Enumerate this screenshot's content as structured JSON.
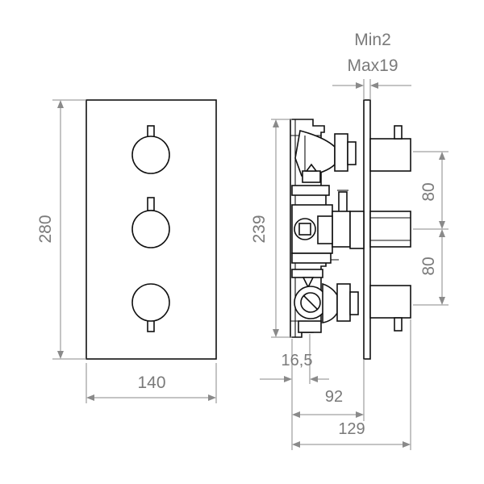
{
  "dimensions": {
    "front_height": "280",
    "front_width": "140",
    "side_height": "239",
    "spacing_upper": "80",
    "spacing_lower": "80",
    "wall_min": "Min2",
    "wall_max": "Max19",
    "depth_a": "16,5",
    "depth_b": "92",
    "depth_c": "129"
  },
  "colors": {
    "outline": "#111111",
    "dimension": "#8a8a8a"
  }
}
